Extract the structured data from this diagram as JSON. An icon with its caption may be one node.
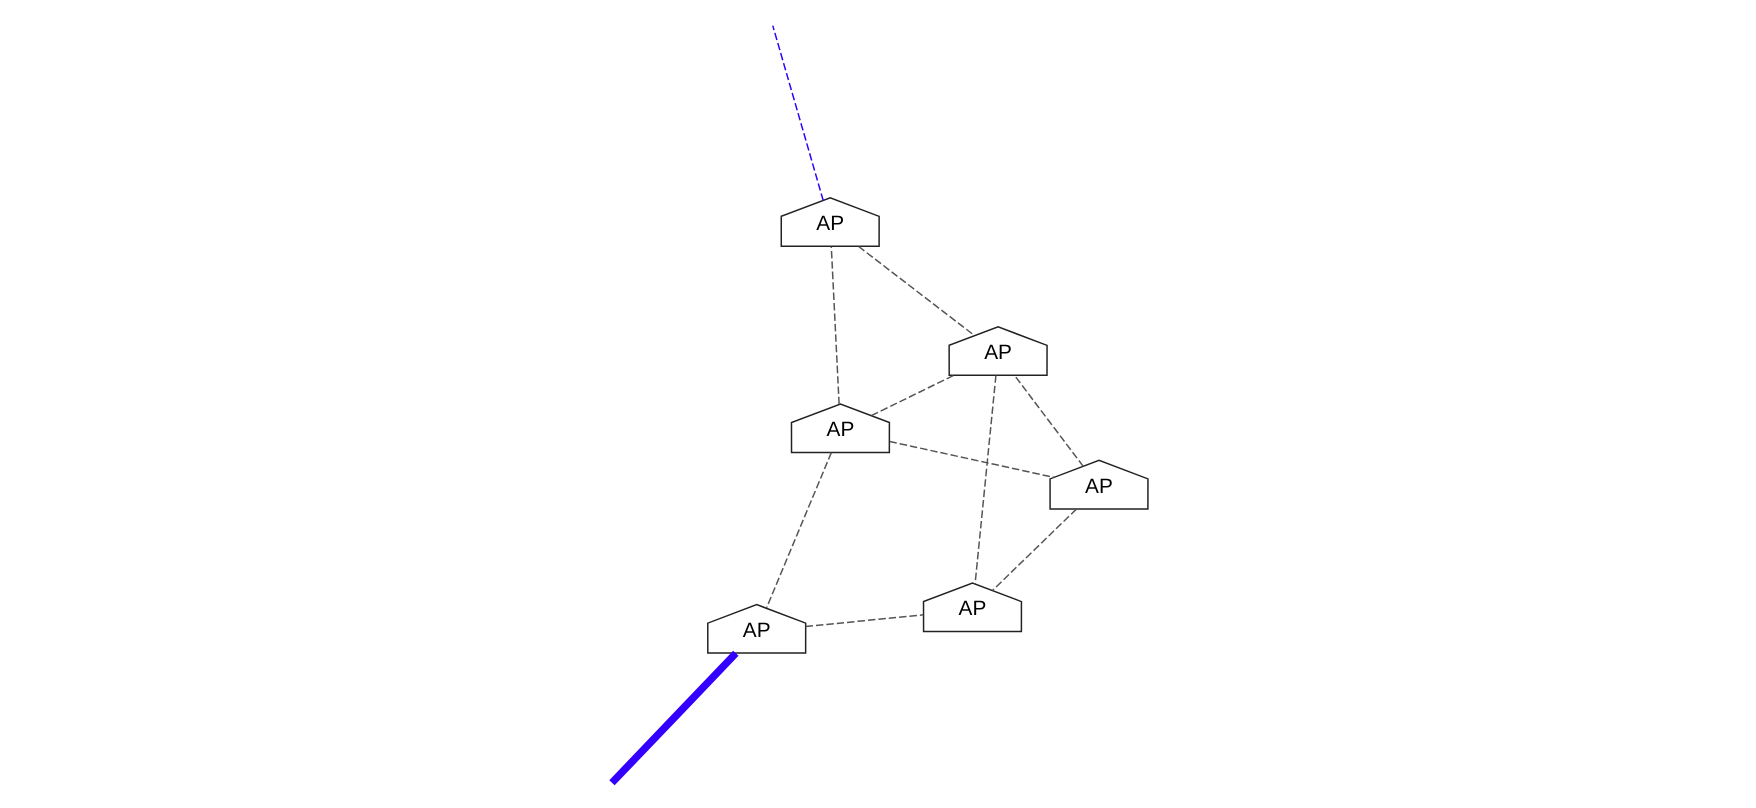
{
  "diagram": {
    "nodes": [
      {
        "text": [
          "AP"
        ]
      },
      {
        "text": [
          "AP"
        ]
      },
      {
        "text": [
          "AP"
        ]
      },
      {
        "text": [
          "AP"
        ]
      },
      {
        "text": [
          "AP"
        ]
      },
      {
        "text": [
          "AP"
        ]
      }
    ],
    "edges": [
      {
        "from": 0,
        "to": 1,
        "arrow": "none",
        "style": "dashed"
      },
      {
        "from": 0,
        "to": 3,
        "arrow": "none",
        "style": "dashed"
      },
      {
        "from": 0,
        "to": 5,
        "arrow": "none",
        "style": "dashed"
      },
      {
        "from": 0,
        "to": 2,
        "arrow": "none",
        "style": "dashed"
      },
      {
        "from": 1,
        "to": 4,
        "arrow": "none",
        "style": "dashed"
      },
      {
        "from": 1,
        "to": null,
        "arrow": "none",
        "style": "thick",
        "color": "#3300ff"
      },
      {
        "from": 2,
        "to": 4,
        "arrow": "none",
        "style": "dashed"
      },
      {
        "from": 2,
        "to": 5,
        "arrow": "none",
        "style": "dashed"
      },
      {
        "from": 3,
        "to": null,
        "arrow": "none",
        "style": "dashed",
        "color": "#3300ff"
      },
      {
        "from": 3,
        "to": 5,
        "arrow": "none",
        "style": "dashed"
      },
      {
        "from": 5,
        "to": 4,
        "arrow": "none",
        "style": "dashed"
      }
    ]
  }
}
